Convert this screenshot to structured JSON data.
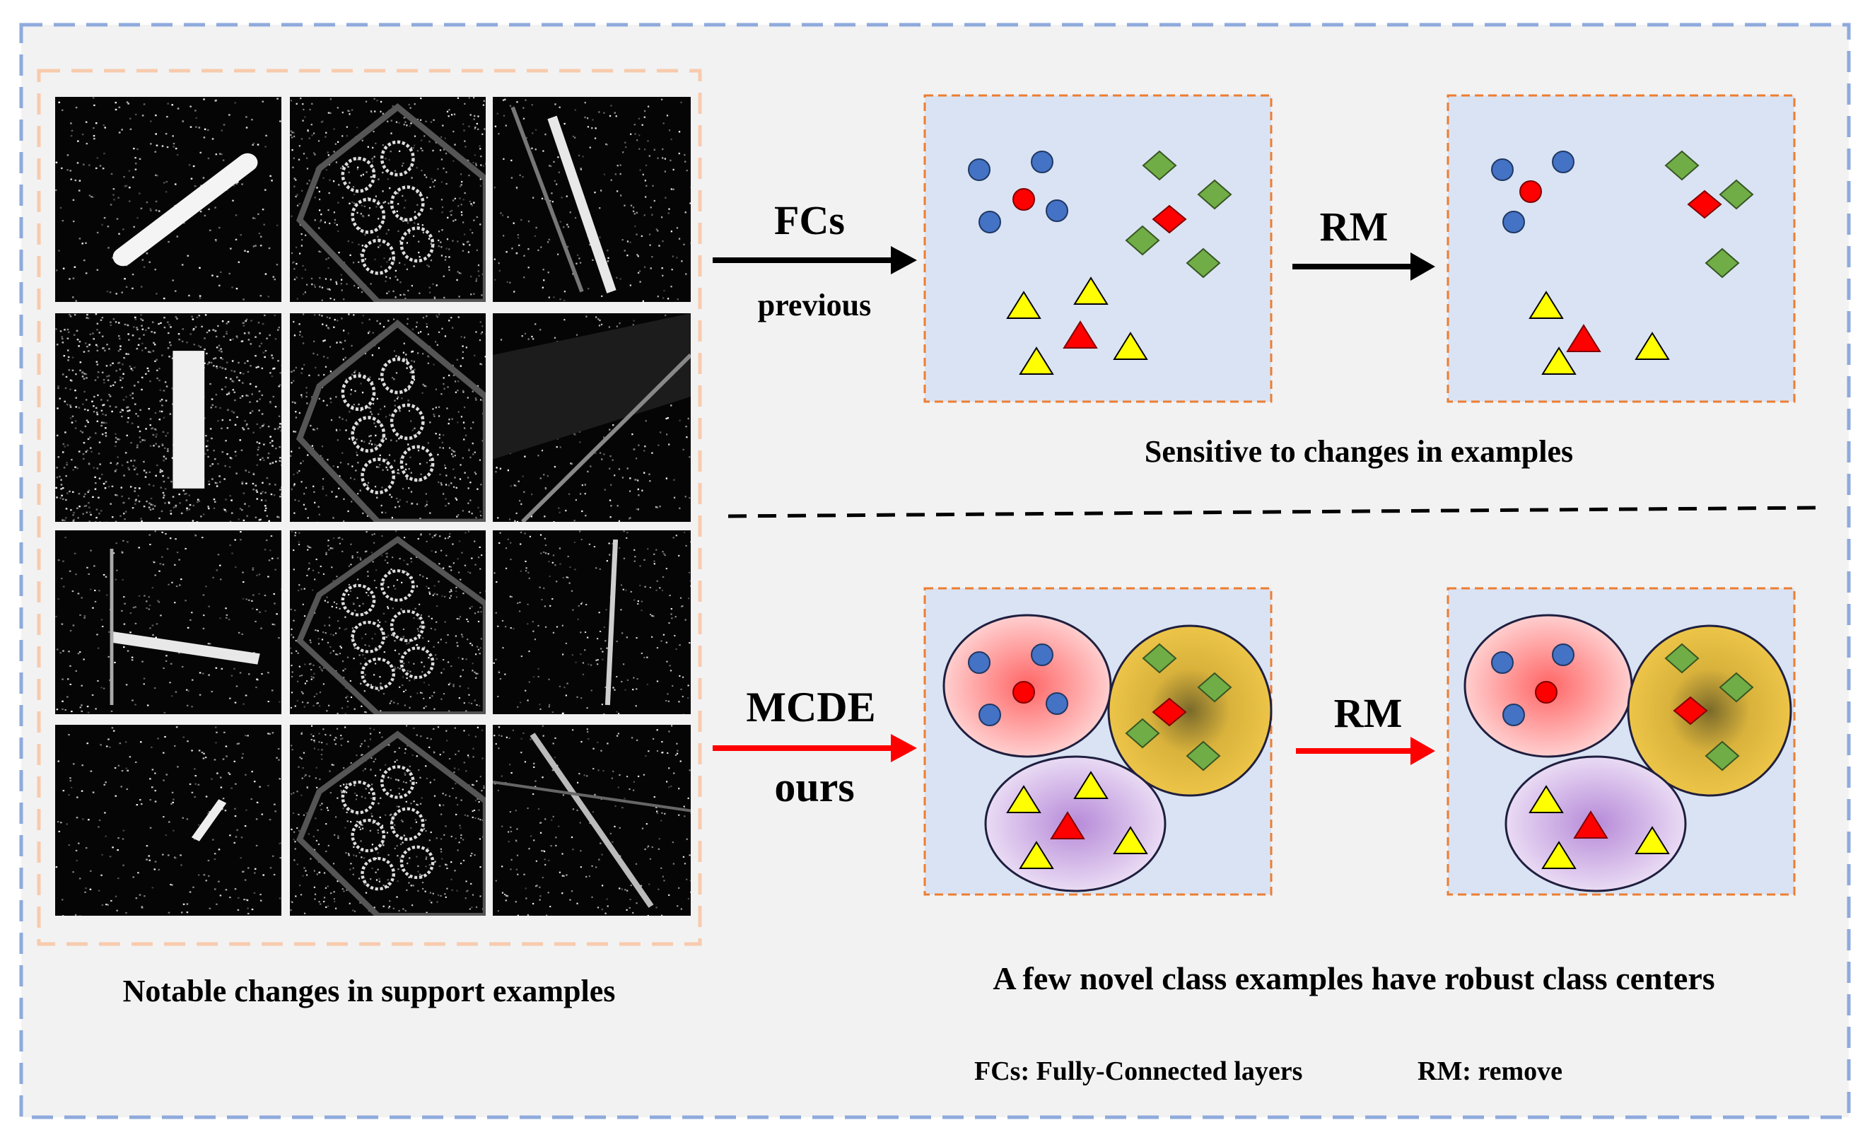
{
  "support_examples": {
    "caption": "Notable changes in support examples",
    "rows": 4,
    "cols": 3,
    "tiles": [
      "sar-ship-diagonal",
      "sar-oil-tanks",
      "sar-bridge-diagonal",
      "sar-ship-noisy",
      "sar-oil-tanks",
      "sar-bridge-dark",
      "sar-ship-horizontal",
      "sar-oil-tanks",
      "sar-bridge-vertical",
      "sar-ship-small",
      "sar-oil-tanks",
      "sar-bridge-faint"
    ]
  },
  "previous": {
    "arrow_label": "FCs",
    "arrow_sublabel": "previous",
    "remove_label": "RM",
    "caption": "Sensitive to changes in examples",
    "arrow_color": "#000000"
  },
  "ours": {
    "arrow_label": "MCDE",
    "arrow_sublabel": "ours",
    "remove_label": "RM",
    "caption": "A few novel class examples have robust class centers",
    "arrow_color": "#ff0000"
  },
  "legend": {
    "fcs": "FCs: Fully-Connected layers",
    "rm": "RM: remove"
  },
  "colors": {
    "panel_fill": "#dae3f3",
    "panel_border": "#ed7d31",
    "frame_border": "#8faadc",
    "background": "#f2f2f2",
    "support_border": "#f8cbad",
    "circle": "#4472c4",
    "diamond": "#70ad47",
    "triangle": "#ffff00",
    "center": "#ff0000",
    "ellipse_circles": "#ff9999",
    "ellipse_diamonds": "#e6b93a",
    "ellipse_triangles": "#c8a8e0"
  }
}
